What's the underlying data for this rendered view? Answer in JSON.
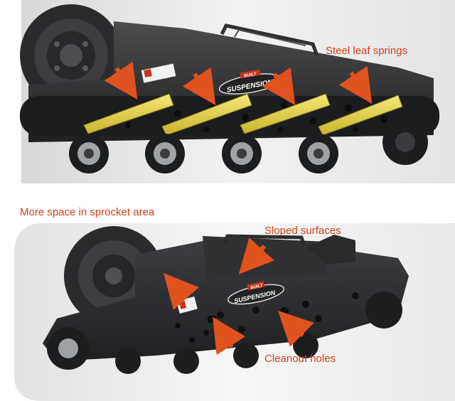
{
  "colors": {
    "callout_text": "#d2401c",
    "arrow": "#e0521e",
    "spring": "#e4d34a",
    "frame": "#2b2d2f",
    "backdrop": "#e6e6e6"
  },
  "top_panel": {
    "callout_springs": "Steel leaf springs",
    "badge_top": "BUILT",
    "badge_bottom": "SUSPENSION"
  },
  "bottom_panel": {
    "callout_sprocket": "More space in sprocket area",
    "callout_sloped": "Sloped surfaces",
    "callout_cleanout": "Cleanout holes",
    "badge_top": "BUILT",
    "badge_bottom": "SUSPENSION"
  }
}
